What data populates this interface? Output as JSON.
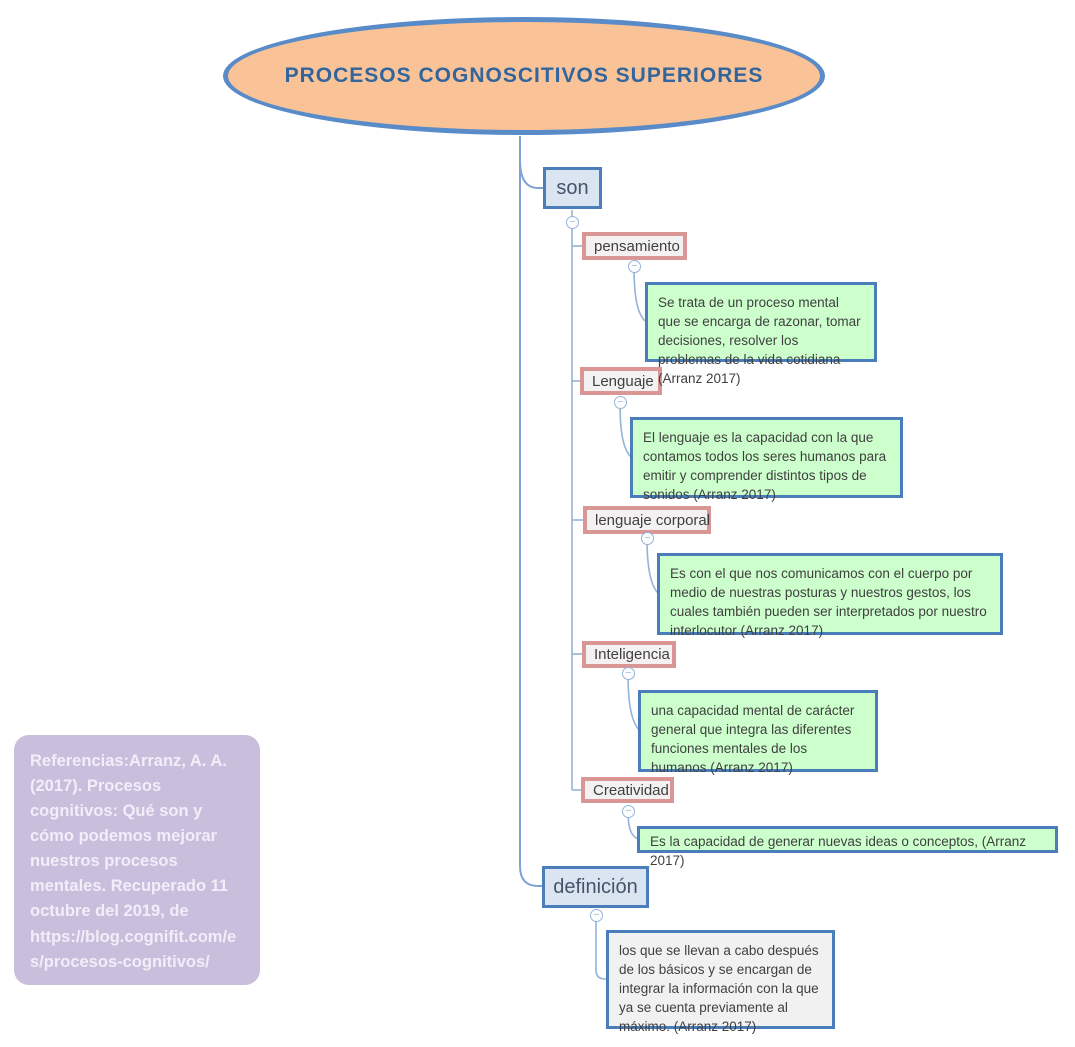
{
  "title": "PROCESOS COGNOSCITIVOS SUPERIORES",
  "branches": {
    "son": {
      "label": "son",
      "children": [
        {
          "label": "pensamiento",
          "description": "Se trata de un proceso mental que se encarga de razonar, tomar decisiones, resolver los problemas de la vida cotidiana (Arranz 2017)"
        },
        {
          "label": "Lenguaje",
          "description": "El lenguaje es la capacidad con la que contamos todos los seres humanos para emitir y comprender distintos tipos de sonidos (Arranz 2017)"
        },
        {
          "label": "lenguaje corporal",
          "description": "Es con el que nos comunicamos con el cuerpo por medio de nuestras posturas y nuestros gestos, los cuales también pueden ser interpretados por nuestro interlocutor (Arranz 2017)"
        },
        {
          "label": "Inteligencia",
          "description": "una capacidad mental de carácter general que integra las diferentes funciones mentales de los humanos (Arranz 2017)"
        },
        {
          "label": "Creatividad",
          "description": "Es la capacidad de generar nuevas ideas o conceptos, (Arranz 2017)"
        }
      ]
    },
    "definicion": {
      "label": "definición",
      "description": "los que se llevan a cabo después de los básicos y se encargan de integrar la información con la que ya se cuenta previamente al máximo. (Arranz 2017)"
    }
  },
  "references": "Referencias:Arranz, A. A. (2017). Procesos cognitivos: Qué son y cómo podemos mejorar nuestros procesos mentales. Recuperado 11 octubre del 2019, de https://blog.cognifit.com/es/procesos-cognitivos/",
  "icons": {
    "collapse_glyph": "−"
  },
  "colors": {
    "ellipse_fill": "#FAC397",
    "ellipse_border": "#588BC8",
    "title_text": "#31659C",
    "blue_node_fill": "#DBE5F1",
    "blue_node_border": "#4A7EBB",
    "pink_node_border": "#D99694",
    "pink_node_fill": "#F3F1F1",
    "description_green_fill": "#CCFFCC",
    "description_gray_fill": "#F1F1F1",
    "description_border": "#4A7EBB",
    "connector_line": "#95B3D7",
    "references_fill": "#C9BFDD"
  }
}
